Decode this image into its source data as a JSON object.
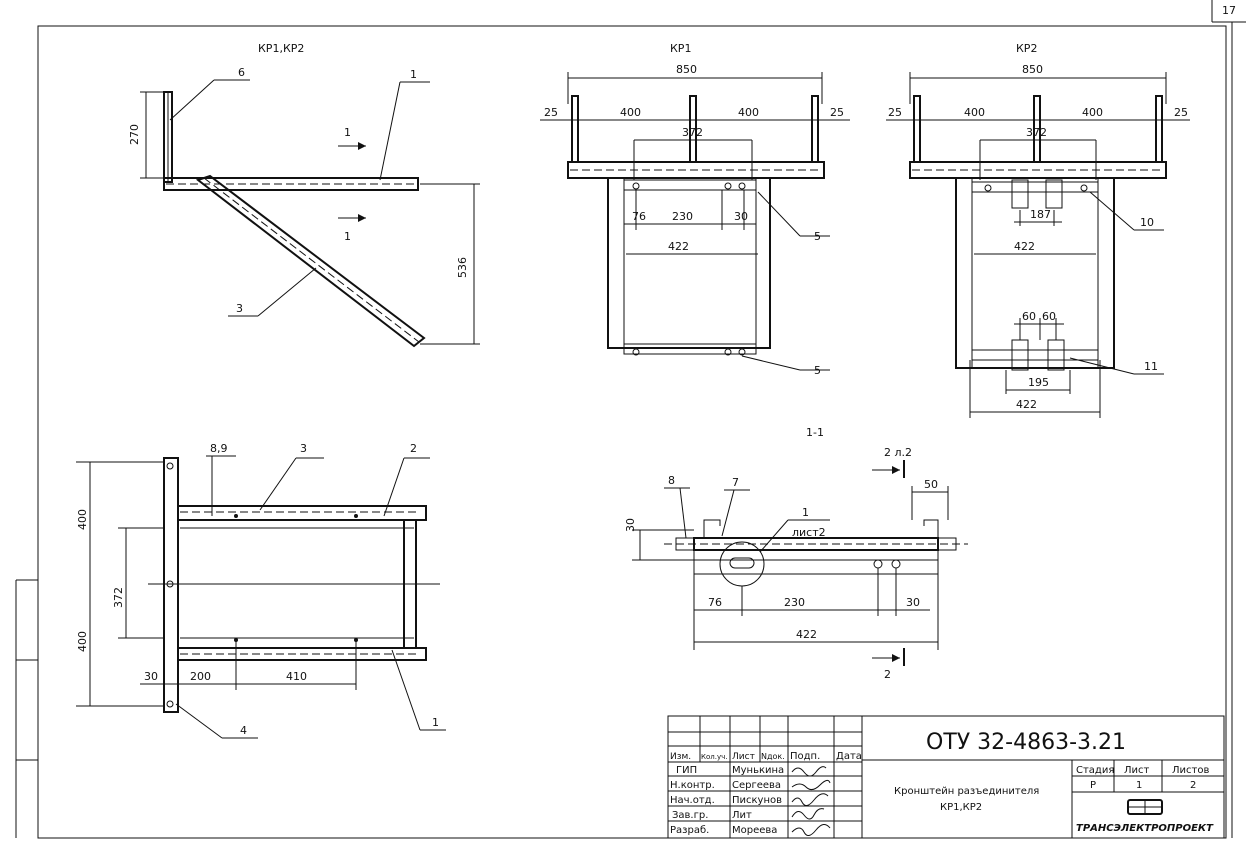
{
  "sheet": {
    "page_number": "17"
  },
  "views": {
    "side": {
      "title": "КР1,КР2",
      "dims": [
        "270",
        "536"
      ],
      "callouts": [
        "6",
        "1",
        "3"
      ],
      "section": [
        "1",
        "1"
      ]
    },
    "kp1": {
      "title": "КР1",
      "dims": [
        "850",
        "25",
        "400",
        "400",
        "25",
        "372",
        "76",
        "230",
        "30",
        "422"
      ],
      "callouts": [
        "5",
        "5"
      ]
    },
    "kp2": {
      "title": "КР2",
      "dims": [
        "850",
        "25",
        "400",
        "400",
        "25",
        "372",
        "187",
        "422",
        "60",
        "60",
        "195",
        "422"
      ],
      "callouts": [
        "10",
        "11"
      ]
    },
    "plan": {
      "dims": [
        "400",
        "372",
        "400",
        "30",
        "200",
        "410"
      ],
      "callouts": [
        "8,9",
        "3",
        "2",
        "4",
        "1"
      ]
    },
    "section": {
      "title": "1-1",
      "dims": [
        "30",
        "76",
        "230",
        "30",
        "422",
        "50"
      ],
      "callouts": [
        "8",
        "7",
        "1",
        "лист2"
      ],
      "cut": [
        "2 л.2",
        "2"
      ]
    }
  },
  "title_block": {
    "header": [
      "Изм.",
      "Кол.уч.",
      "Лист",
      "Nдок.",
      "Подп.",
      "Дата"
    ],
    "rows": [
      {
        "role": "ГИП",
        "name": "Мунькина"
      },
      {
        "role": "Н.контр.",
        "name": "Сергеева"
      },
      {
        "role": "Нач.отд.",
        "name": "Пискунов"
      },
      {
        "role": "Зав.гр.",
        "name": "Лит"
      },
      {
        "role": "Разраб.",
        "name": "Мореева"
      }
    ],
    "code": "ОТУ 32-4863-3.21",
    "name_line1": "Кронштейн разъединителя",
    "name_line2": "КР1,КР2",
    "stage_label": "Стадия",
    "sheet_label": "Лист",
    "sheets_label": "Листов",
    "stage": "Р",
    "sheet": "1",
    "sheets": "2",
    "company": "ТРАНСЭЛЕКТРОПРОЕКТ"
  }
}
